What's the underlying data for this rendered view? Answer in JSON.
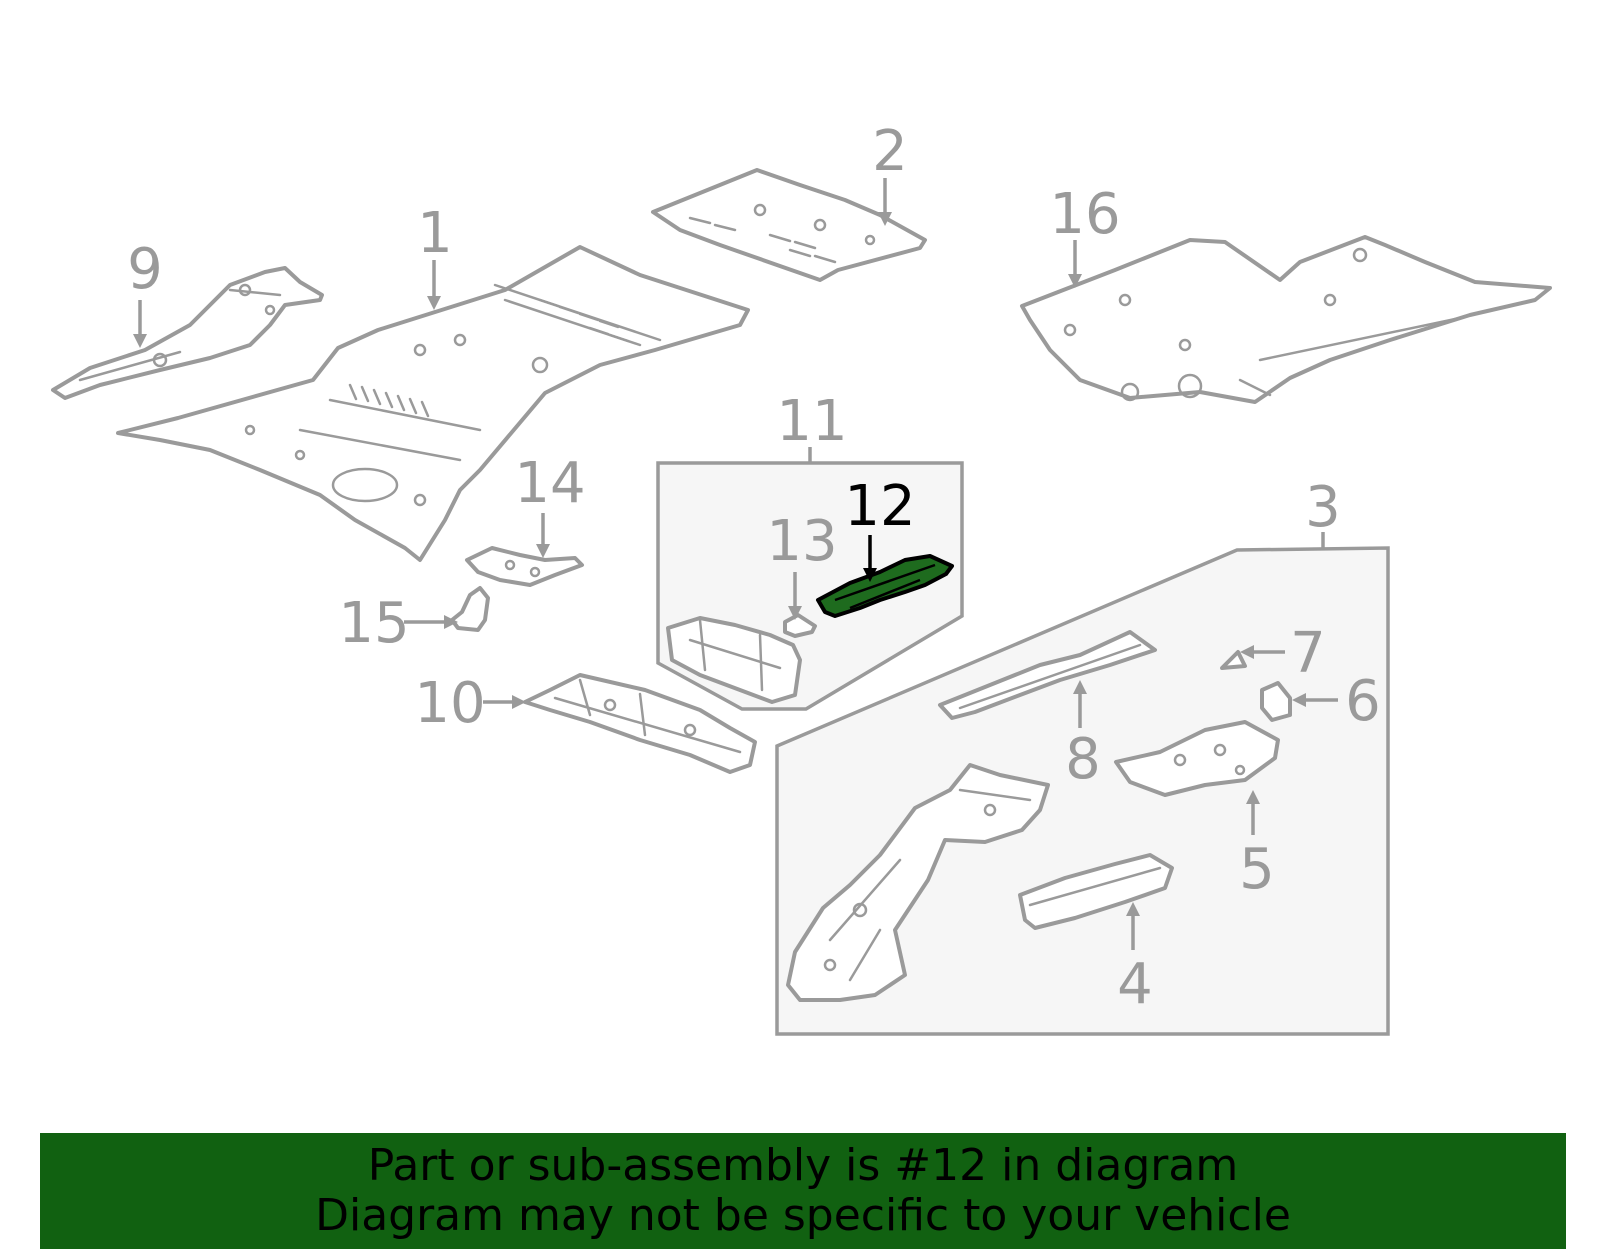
{
  "diagram": {
    "highlight_color": "#1e6b1e",
    "part_color": "#9a9a9a",
    "highlighted_callout": "12",
    "callouts": [
      "1",
      "2",
      "3",
      "4",
      "5",
      "6",
      "7",
      "8",
      "9",
      "10",
      "11",
      "12",
      "13",
      "14",
      "15",
      "16"
    ]
  },
  "banner": {
    "background": "#116111",
    "line1": "Part or sub-assembly is #12 in diagram",
    "line2": "Diagram may not be specific to your vehicle"
  }
}
